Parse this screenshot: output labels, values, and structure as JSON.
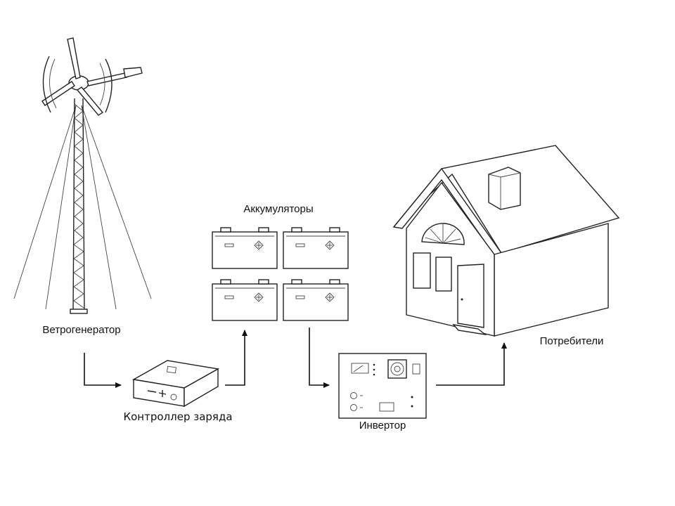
{
  "labels": {
    "wind_generator": "Ветрогенератор",
    "charge_controller": "Контроллер заряда",
    "batteries": "Аккумуляторы",
    "inverter": "Инвертор",
    "consumers": "Потребители"
  },
  "icons": {
    "wind_generator": "wind-turbine-icon",
    "charge_controller": "charge-controller-icon",
    "batteries": "battery-icon",
    "inverter": "inverter-icon",
    "consumers": "house-icon"
  },
  "colors": {
    "line": "#111111",
    "background": "#ffffff"
  }
}
